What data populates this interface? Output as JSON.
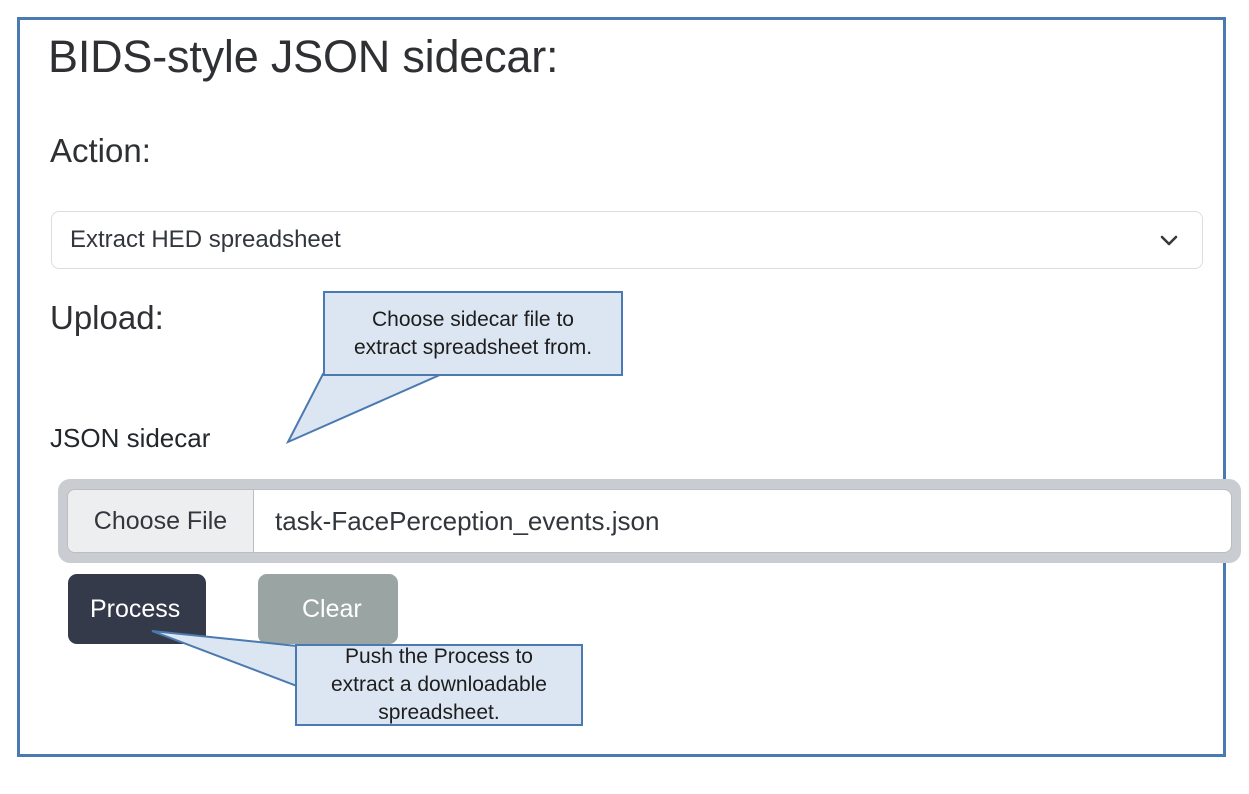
{
  "page": {
    "title": "BIDS-style JSON sidecar:",
    "frame_border_color": "#4a7ab0",
    "background_color": "#ffffff"
  },
  "action_section": {
    "label": "Action:",
    "select": {
      "name": "action-select",
      "selected_value": "Extract HED spreadsheet",
      "chevron_icon": "chevron-down-icon",
      "options": [
        "Extract HED spreadsheet"
      ]
    }
  },
  "upload_section": {
    "label": "Upload:",
    "file_field": {
      "label": "JSON sidecar",
      "choose_button_label": "Choose File",
      "file_name": "task-FacePerception_events.json",
      "focused": true
    }
  },
  "buttons": {
    "process": {
      "label": "Process",
      "color": "#343a49",
      "text_color": "#ffffff"
    },
    "clear": {
      "label": "Clear",
      "color": "#9aa5a3",
      "text_color": "#ffffff"
    }
  },
  "callouts": [
    {
      "name": "callout-sidecar",
      "lines": [
        "Choose sidecar file to",
        "extract spreadsheet from."
      ],
      "fill_color": "#dce6f2",
      "border_color": "#4a7ab0",
      "points_to": "json-sidecar-file-input"
    },
    {
      "name": "callout-process",
      "lines": [
        "Push the Process to",
        "extract a downloadable",
        "spreadsheet."
      ],
      "fill_color": "#dce6f2",
      "border_color": "#4a7ab0",
      "points_to": "process-button"
    }
  ]
}
